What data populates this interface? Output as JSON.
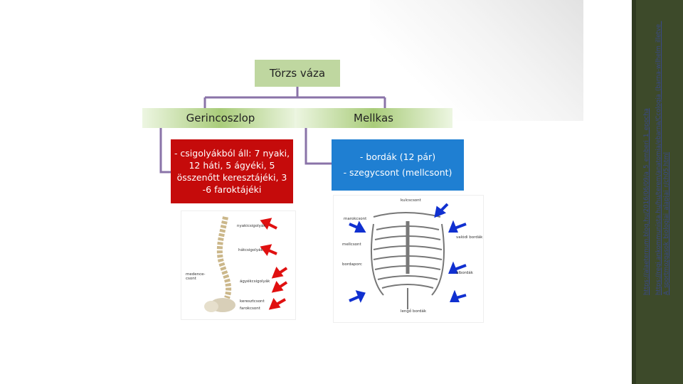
{
  "diagram": {
    "root": "Törzs váza",
    "branches": [
      {
        "title": "Gerincoszlop",
        "description": "- csigolyákból áll: 7 nyaki, 12 háti, 5 ágyéki, 5 összenőtt keresztájéki, 3 -6 faroktájéki"
      },
      {
        "title": "Mellkas",
        "lines": [
          "- bordák (12 pár)",
          "- szegycsont (mellcsont)"
        ]
      }
    ]
  },
  "spine_image": {
    "labels": [
      "nyakicsigolyák",
      "hátcsigolyák",
      "medence-\ncsont",
      "ágyékcsigolyák",
      "keresztcsont",
      "farokcsont"
    ]
  },
  "chest_image": {
    "labels": [
      "kulcscsont",
      "marokcsont",
      "mellcsont",
      "valódi bordák",
      "bordaporc",
      "álbordák",
      "lengő bordák"
    ]
  },
  "sources": [
    "https://alaeternum.blog.hu/2016/06/09/a_5_emberi_1_epocha",
    "https://regi.ankommunista.hu/hu/terem/anatomia/ebarna/Ccologia_(barna-wilhelm_illetve_",
    "A_sportmozgasok_biologiai_alapjai_r/ch05.html"
  ],
  "colors": {
    "root_fill": "#bfd7a0",
    "branch_gradient": "#a9cc7a",
    "gerinc_box": "#c50b0b",
    "mellkas_box": "#1f7fd2",
    "connector": "#8a73a8",
    "right_bar": "#3d4a2a",
    "arrow_red": "#e01010",
    "arrow_blue": "#1030d0"
  }
}
